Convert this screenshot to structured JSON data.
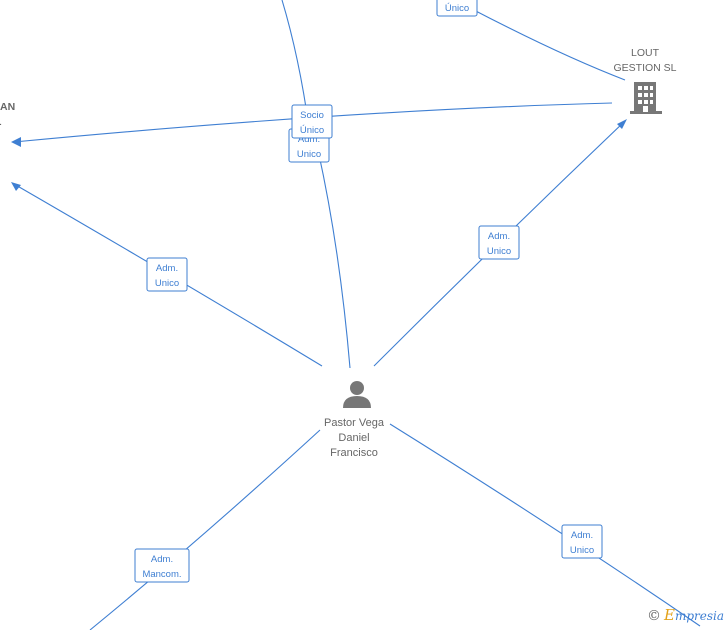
{
  "nodes": {
    "person": {
      "lines": [
        "Pastor Vega",
        "Daniel",
        "Francisco"
      ]
    },
    "lout": {
      "lines": [
        "LOUT",
        "GESTION  SL"
      ]
    },
    "left_partial": {
      "lines": [
        "AN",
        "L"
      ]
    }
  },
  "edge_labels": [
    {
      "id": "top-unico",
      "lines": [
        "",
        "Único"
      ]
    },
    {
      "id": "socio-unico",
      "lines": [
        "Socio",
        "Único"
      ]
    },
    {
      "id": "adm-unico-center",
      "lines": [
        "Adm.",
        "Unico"
      ]
    },
    {
      "id": "adm-unico-left",
      "lines": [
        "Adm.",
        "Unico"
      ]
    },
    {
      "id": "adm-unico-lout",
      "lines": [
        "Adm.",
        "Unico"
      ]
    },
    {
      "id": "adm-mancom",
      "lines": [
        "Adm.",
        "Mancom."
      ]
    },
    {
      "id": "adm-unico-br",
      "lines": [
        "Adm.",
        "Unico"
      ]
    }
  ],
  "watermark": {
    "symbol": "©",
    "brand_initial": "E",
    "brand_rest": "mpresia"
  },
  "colors": {
    "edge": "#3f7fd2",
    "node_text": "#666666",
    "icon": "#777777"
  }
}
